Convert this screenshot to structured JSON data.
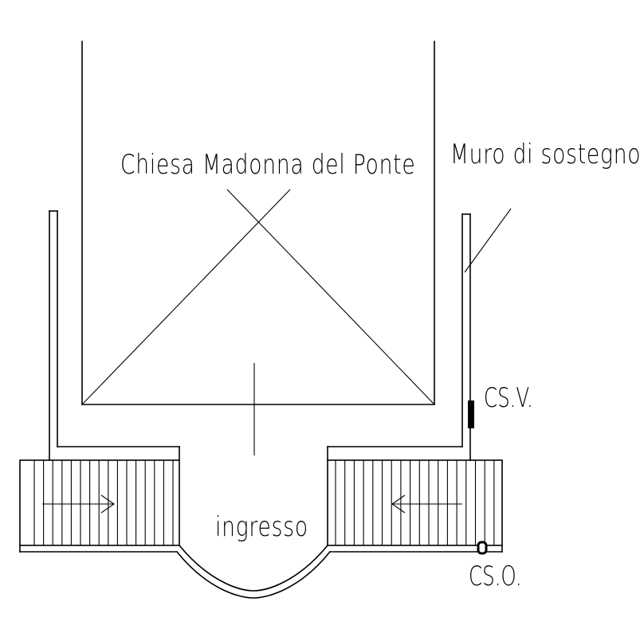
{
  "labels": {
    "church": "Chiesa Madonna del Ponte",
    "retaining_wall": "Muro di sostegno",
    "csv": "CS.V.",
    "cso": "CS.O.",
    "entrance": "ingresso"
  },
  "colors": {
    "line": "#000000",
    "background": "#ffffff"
  }
}
